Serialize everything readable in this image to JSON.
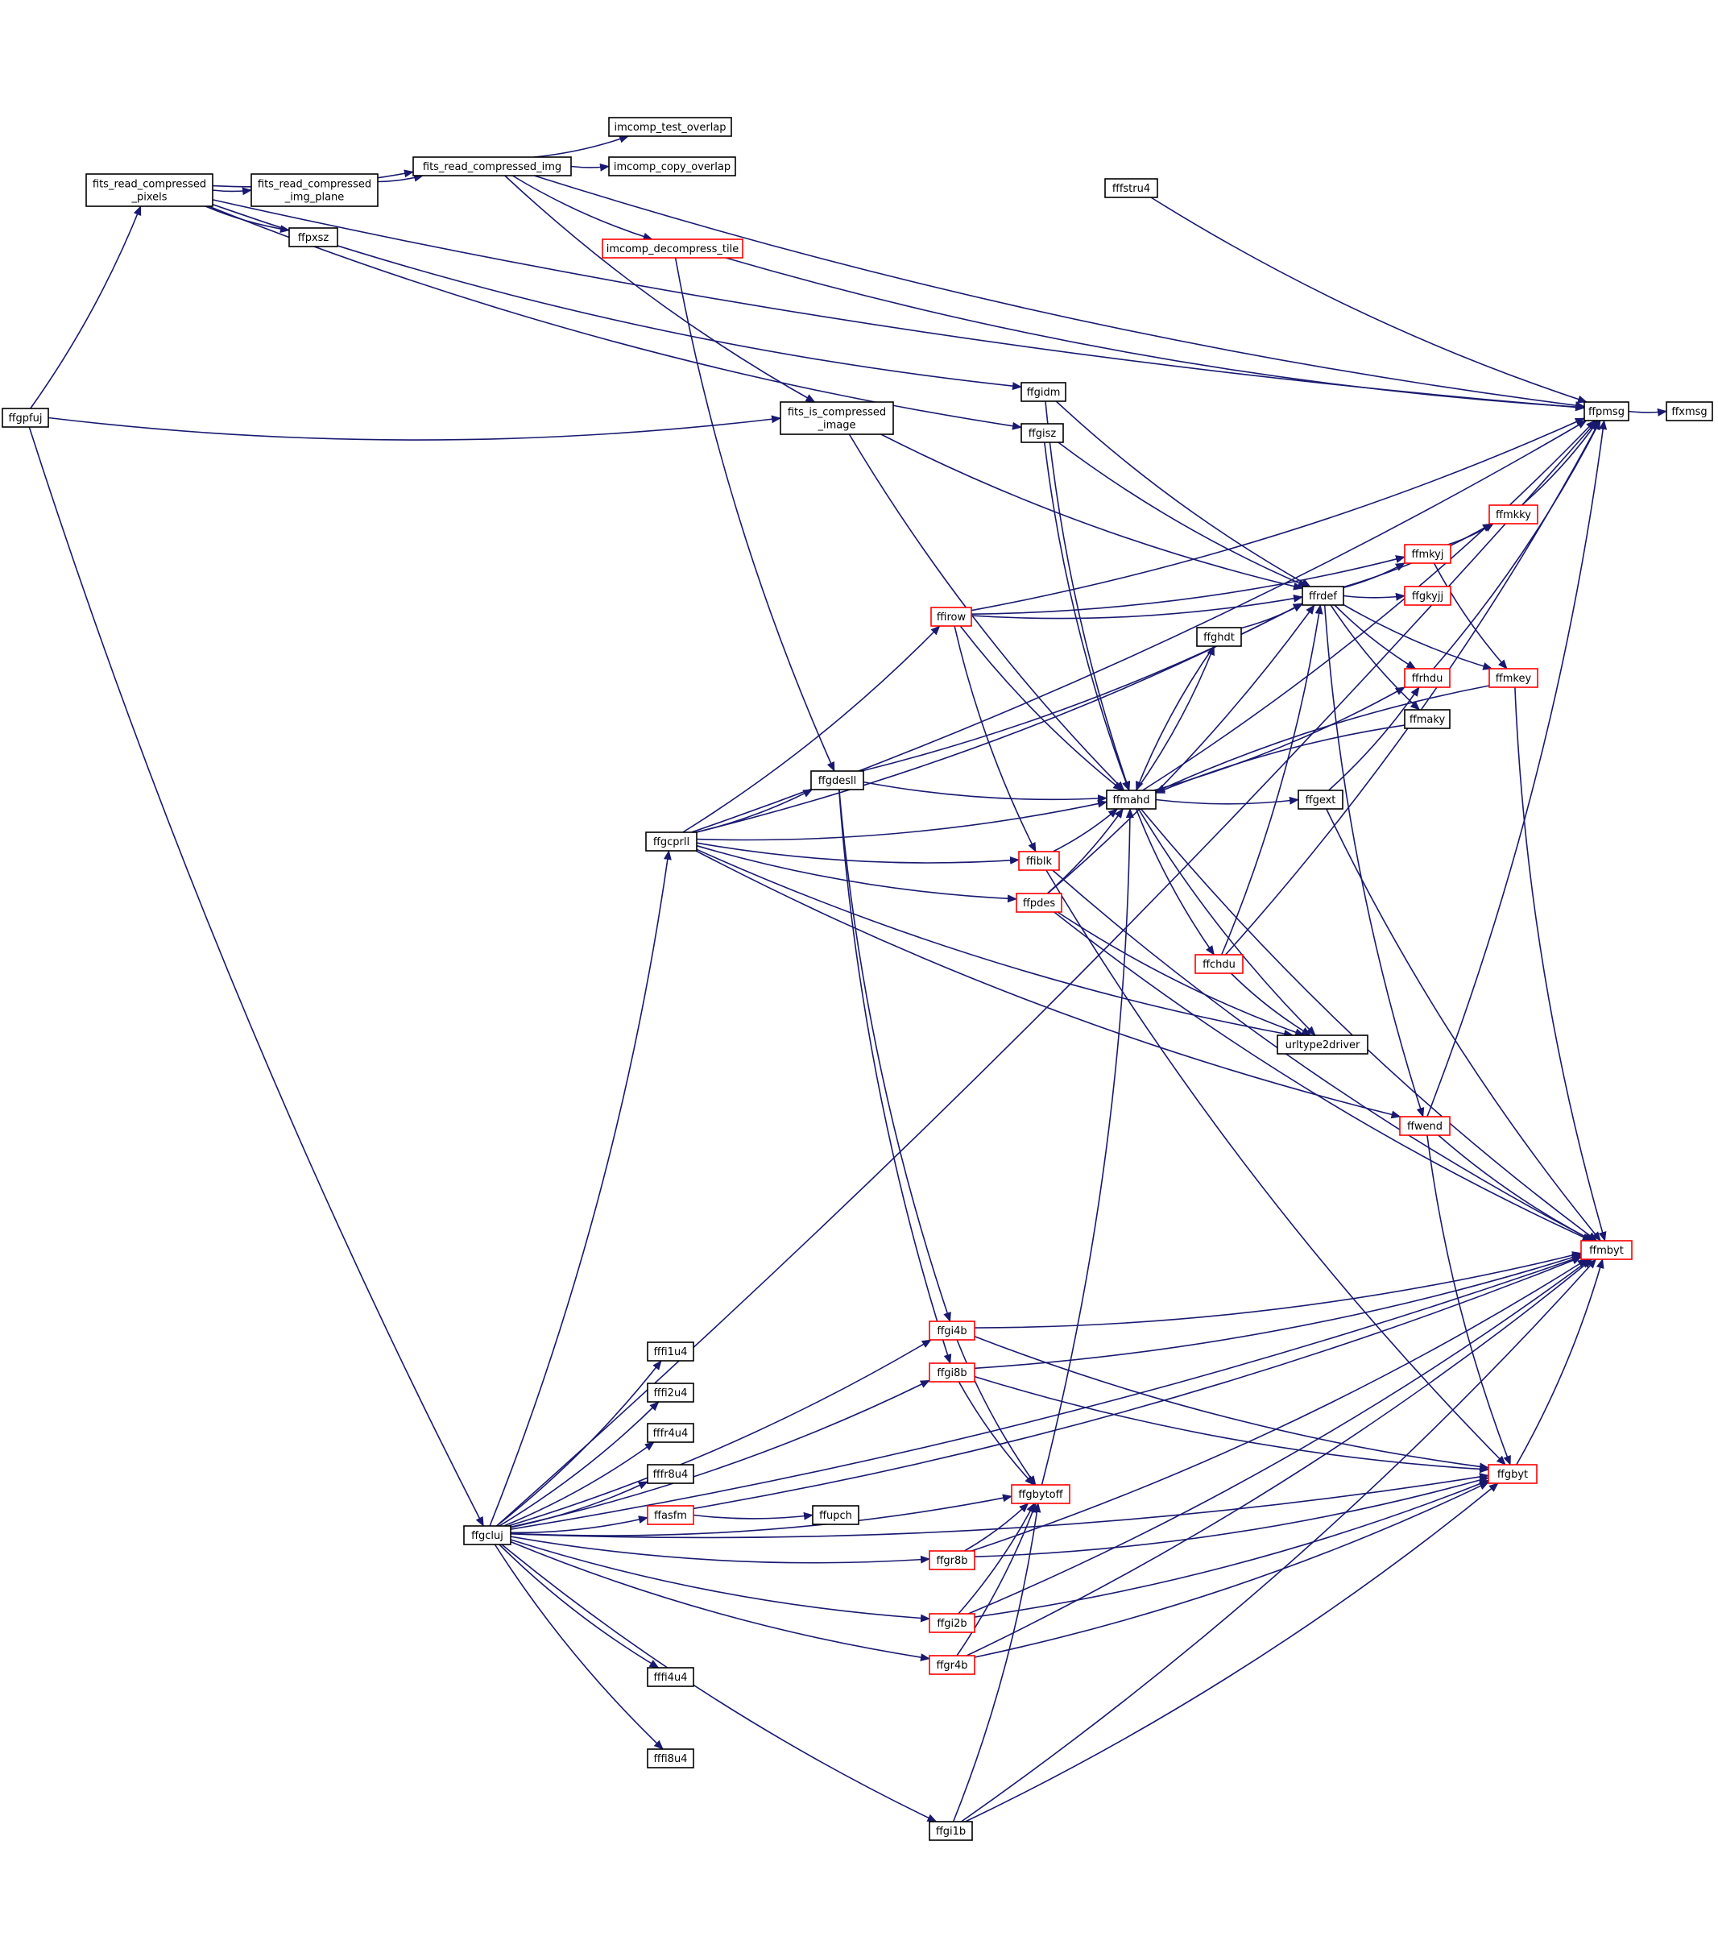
{
  "colors": {
    "edge": "#191970",
    "node_border": "#000000",
    "node_border_truncated": "#ff0000",
    "root_fill": "#bfbfbf",
    "background": "#ffffff"
  },
  "nodes": [
    {
      "id": "ffgpfuj",
      "label": [
        "ffgpfuj"
      ],
      "root": true
    },
    {
      "id": "fits_read_compressed_pixels",
      "label": [
        "fits_read_compressed",
        "_pixels"
      ]
    },
    {
      "id": "fits_read_compressed_img_plane",
      "label": [
        "fits_read_compressed",
        "_img_plane"
      ]
    },
    {
      "id": "fits_read_compressed_img",
      "label": [
        "fits_read_compressed_img"
      ]
    },
    {
      "id": "imcomp_test_overlap",
      "label": [
        "imcomp_test_overlap"
      ]
    },
    {
      "id": "imcomp_copy_overlap",
      "label": [
        "imcomp_copy_overlap"
      ]
    },
    {
      "id": "imcomp_decompress_tile",
      "label": [
        "imcomp_decompress_tile"
      ],
      "truncated": true
    },
    {
      "id": "ffpxsz",
      "label": [
        "ffpxsz"
      ]
    },
    {
      "id": "ffstru4",
      "label": [
        "fffstru4"
      ]
    },
    {
      "id": "fits_is_compressed_image",
      "label": [
        "fits_is_compressed",
        "_image"
      ]
    },
    {
      "id": "ffgidm",
      "label": [
        "ffgidm"
      ]
    },
    {
      "id": "ffgisz",
      "label": [
        "ffgisz"
      ]
    },
    {
      "id": "ffpmsg",
      "label": [
        "ffpmsg"
      ]
    },
    {
      "id": "ffxmsg",
      "label": [
        "ffxmsg"
      ]
    },
    {
      "id": "ffrdef",
      "label": [
        "ffrdef"
      ]
    },
    {
      "id": "ffmkky",
      "label": [
        "ffmkky"
      ],
      "truncated": true
    },
    {
      "id": "ffmkyj",
      "label": [
        "ffmkyj"
      ],
      "truncated": true
    },
    {
      "id": "ffgkyjj",
      "label": [
        "ffgkyjj"
      ],
      "truncated": true
    },
    {
      "id": "ffirow",
      "label": [
        "ffirow"
      ],
      "truncated": true
    },
    {
      "id": "ffghdt",
      "label": [
        "ffghdt"
      ]
    },
    {
      "id": "ffrhdu",
      "label": [
        "ffrhdu"
      ],
      "truncated": true
    },
    {
      "id": "ffmkey",
      "label": [
        "ffmkey"
      ],
      "truncated": true
    },
    {
      "id": "ffmaky",
      "label": [
        "ffmaky"
      ]
    },
    {
      "id": "ffgdesll",
      "label": [
        "ffgdesll"
      ]
    },
    {
      "id": "ffmahd",
      "label": [
        "ffmahd"
      ]
    },
    {
      "id": "ffgext",
      "label": [
        "ffgext"
      ]
    },
    {
      "id": "ffgcprll",
      "label": [
        "ffgcprll"
      ]
    },
    {
      "id": "ffiblk",
      "label": [
        "ffiblk"
      ],
      "truncated": true
    },
    {
      "id": "ffpdes",
      "label": [
        "ffpdes"
      ],
      "truncated": true
    },
    {
      "id": "ffchdu",
      "label": [
        "ffchdu"
      ],
      "truncated": true
    },
    {
      "id": "urltype2driver",
      "label": [
        "urltype2driver"
      ]
    },
    {
      "id": "ffwend",
      "label": [
        "ffwend"
      ],
      "truncated": true
    },
    {
      "id": "ffmbyt",
      "label": [
        "ffmbyt"
      ],
      "truncated": true
    },
    {
      "id": "ffgi4b",
      "label": [
        "ffgi4b"
      ],
      "truncated": true
    },
    {
      "id": "ffgi8b",
      "label": [
        "ffgi8b"
      ],
      "truncated": true
    },
    {
      "id": "ffgbytoff",
      "label": [
        "ffgbytoff"
      ],
      "truncated": true
    },
    {
      "id": "ffgbyt",
      "label": [
        "ffgbyt"
      ],
      "truncated": true
    },
    {
      "id": "fffi1u4",
      "label": [
        "fffi1u4"
      ]
    },
    {
      "id": "fffi2u4",
      "label": [
        "fffi2u4"
      ]
    },
    {
      "id": "fffr4u4",
      "label": [
        "fffr4u4"
      ]
    },
    {
      "id": "fffr8u4",
      "label": [
        "fffr8u4"
      ]
    },
    {
      "id": "ffasfm",
      "label": [
        "ffasfm"
      ],
      "truncated": true
    },
    {
      "id": "ffupch",
      "label": [
        "ffupch"
      ]
    },
    {
      "id": "ffgcluj",
      "label": [
        "ffgcluj"
      ]
    },
    {
      "id": "ffgr8b",
      "label": [
        "ffgr8b"
      ],
      "truncated": true
    },
    {
      "id": "ffgi2b",
      "label": [
        "ffgi2b"
      ],
      "truncated": true
    },
    {
      "id": "ffgr4b",
      "label": [
        "ffgr4b"
      ],
      "truncated": true
    },
    {
      "id": "fffi4u4",
      "label": [
        "fffi4u4"
      ]
    },
    {
      "id": "fffi8u4",
      "label": [
        "fffi8u4"
      ]
    },
    {
      "id": "ffgi1b",
      "label": [
        "ffgi1b"
      ]
    }
  ],
  "edges": [
    [
      "ffgpfuj",
      "fits_read_compressed_pixels"
    ],
    [
      "ffgpfuj",
      "fits_is_compressed_image"
    ],
    [
      "ffgpfuj",
      "ffgcluj"
    ],
    [
      "fits_read_compressed_pixels",
      "fits_read_compressed_img_plane"
    ],
    [
      "fits_read_compressed_pixels",
      "fits_read_compressed_img"
    ],
    [
      "fits_read_compressed_pixels",
      "ffpxsz"
    ],
    [
      "fits_read_compressed_pixels",
      "ffpmsg"
    ],
    [
      "fits_read_compressed_pixels",
      "ffgidm"
    ],
    [
      "fits_read_compressed_pixels",
      "ffgisz"
    ],
    [
      "fits_read_compressed_img_plane",
      "fits_read_compressed_img"
    ],
    [
      "fits_read_compressed_img",
      "imcomp_test_overlap"
    ],
    [
      "fits_read_compressed_img",
      "imcomp_copy_overlap"
    ],
    [
      "fits_read_compressed_img",
      "imcomp_decompress_tile"
    ],
    [
      "fits_read_compressed_img",
      "fits_is_compressed_image"
    ],
    [
      "fits_read_compressed_img",
      "ffpmsg"
    ],
    [
      "imcomp_decompress_tile",
      "ffpmsg"
    ],
    [
      "imcomp_decompress_tile",
      "ffgdesll"
    ],
    [
      "ffstru4",
      "ffpmsg"
    ],
    [
      "fits_is_compressed_image",
      "ffrdef"
    ],
    [
      "fits_is_compressed_image",
      "ffmahd"
    ],
    [
      "ffgidm",
      "ffrdef"
    ],
    [
      "ffgidm",
      "ffmahd"
    ],
    [
      "ffgisz",
      "ffrdef"
    ],
    [
      "ffgisz",
      "ffmahd"
    ],
    [
      "ffpmsg",
      "ffxmsg"
    ],
    [
      "ffrdef",
      "ffmkyj"
    ],
    [
      "ffrdef",
      "ffgkyjj"
    ],
    [
      "ffrdef",
      "ffrhdu"
    ],
    [
      "ffrdef",
      "ffmaky"
    ],
    [
      "ffrdef",
      "ffmkey"
    ],
    [
      "ffrdef",
      "ffmkky"
    ],
    [
      "ffrdef",
      "ffwend"
    ],
    [
      "ffmkyj",
      "ffmkky"
    ],
    [
      "ffmkyj",
      "ffmkey"
    ],
    [
      "ffmkky",
      "ffpmsg"
    ],
    [
      "ffmkey",
      "ffmbyt"
    ],
    [
      "ffmkey",
      "ffmahd"
    ],
    [
      "ffrhdu",
      "ffpmsg"
    ],
    [
      "ffirow",
      "ffrdef"
    ],
    [
      "ffirow",
      "ffmahd"
    ],
    [
      "ffirow",
      "ffiblk"
    ],
    [
      "ffirow",
      "ffpmsg"
    ],
    [
      "ffirow",
      "ffmkyj"
    ],
    [
      "ffghdt",
      "ffrdef"
    ],
    [
      "ffghdt",
      "ffmahd"
    ],
    [
      "ffgdesll",
      "ffmahd"
    ],
    [
      "ffgdesll",
      "ffrdef"
    ],
    [
      "ffgdesll",
      "ffgi4b"
    ],
    [
      "ffgdesll",
      "ffgi8b"
    ],
    [
      "ffmahd",
      "ffgext"
    ],
    [
      "ffmahd",
      "ffchdu"
    ],
    [
      "ffmahd",
      "ffrhdu"
    ],
    [
      "ffmahd",
      "ffghdt"
    ],
    [
      "ffmahd",
      "ffpmsg"
    ],
    [
      "ffmahd",
      "ffmbyt"
    ],
    [
      "ffmahd",
      "urltype2driver"
    ],
    [
      "ffgext",
      "ffrhdu"
    ],
    [
      "ffgext",
      "ffmbyt"
    ],
    [
      "ffmaky",
      "ffmahd"
    ],
    [
      "ffchdu",
      "ffrdef"
    ],
    [
      "ffchdu",
      "ffpmsg"
    ],
    [
      "ffchdu",
      "urltype2driver"
    ],
    [
      "ffgcprll",
      "ffpmsg"
    ],
    [
      "ffgcprll",
      "ffrdef"
    ],
    [
      "ffgcprll",
      "ffirow"
    ],
    [
      "ffgcprll",
      "ffgdesll"
    ],
    [
      "ffgcprll",
      "ffmahd"
    ],
    [
      "ffgcprll",
      "ffiblk"
    ],
    [
      "ffgcprll",
      "ffpdes"
    ],
    [
      "ffgcprll",
      "urltype2driver"
    ],
    [
      "ffgcprll",
      "ffwend"
    ],
    [
      "ffiblk",
      "ffmahd"
    ],
    [
      "ffiblk",
      "ffmbyt"
    ],
    [
      "ffiblk",
      "ffgbyt"
    ],
    [
      "ffpdes",
      "ffmahd"
    ],
    [
      "ffpdes",
      "ffrdef"
    ],
    [
      "ffpdes",
      "ffmbyt"
    ],
    [
      "ffpdes",
      "urltype2driver"
    ],
    [
      "ffwend",
      "ffpmsg"
    ],
    [
      "ffwend",
      "ffmbyt"
    ],
    [
      "ffwend",
      "ffgbyt"
    ],
    [
      "ffgi4b",
      "ffmbyt"
    ],
    [
      "ffgi4b",
      "ffgbyt"
    ],
    [
      "ffgi4b",
      "ffgbytoff"
    ],
    [
      "ffgi8b",
      "ffmbyt"
    ],
    [
      "ffgi8b",
      "ffgbyt"
    ],
    [
      "ffgi8b",
      "ffgbytoff"
    ],
    [
      "ffgbytoff",
      "ffmahd"
    ],
    [
      "ffgbyt",
      "ffmbyt"
    ],
    [
      "ffasfm",
      "ffupch"
    ],
    [
      "ffasfm",
      "ffmbyt"
    ],
    [
      "ffgcluj",
      "ffgcprll"
    ],
    [
      "ffgcluj",
      "ffpmsg"
    ],
    [
      "ffgcluj",
      "fffi1u4"
    ],
    [
      "ffgcluj",
      "fffi2u4"
    ],
    [
      "ffgcluj",
      "fffr4u4"
    ],
    [
      "ffgcluj",
      "fffr8u4"
    ],
    [
      "ffgcluj",
      "ffasfm"
    ],
    [
      "ffgcluj",
      "ffgi4b"
    ],
    [
      "ffgcluj",
      "ffgi8b"
    ],
    [
      "ffgcluj",
      "ffgbytoff"
    ],
    [
      "ffgcluj",
      "ffgr8b"
    ],
    [
      "ffgcluj",
      "ffgi2b"
    ],
    [
      "ffgcluj",
      "ffgr4b"
    ],
    [
      "ffgcluj",
      "fffi4u4"
    ],
    [
      "ffgcluj",
      "fffi8u4"
    ],
    [
      "ffgcluj",
      "ffgi1b"
    ],
    [
      "ffgcluj",
      "ffmbyt"
    ],
    [
      "ffgcluj",
      "ffgbyt"
    ],
    [
      "ffgr8b",
      "ffgbytoff"
    ],
    [
      "ffgr8b",
      "ffgbyt"
    ],
    [
      "ffgr8b",
      "ffmbyt"
    ],
    [
      "ffgi2b",
      "ffgbytoff"
    ],
    [
      "ffgi2b",
      "ffgbyt"
    ],
    [
      "ffgi2b",
      "ffmbyt"
    ],
    [
      "ffgr4b",
      "ffgbytoff"
    ],
    [
      "ffgr4b",
      "ffgbyt"
    ],
    [
      "ffgr4b",
      "ffmbyt"
    ],
    [
      "ffgi1b",
      "ffgbytoff"
    ],
    [
      "ffgi1b",
      "ffgbyt"
    ],
    [
      "ffgi1b",
      "ffmbyt"
    ]
  ]
}
